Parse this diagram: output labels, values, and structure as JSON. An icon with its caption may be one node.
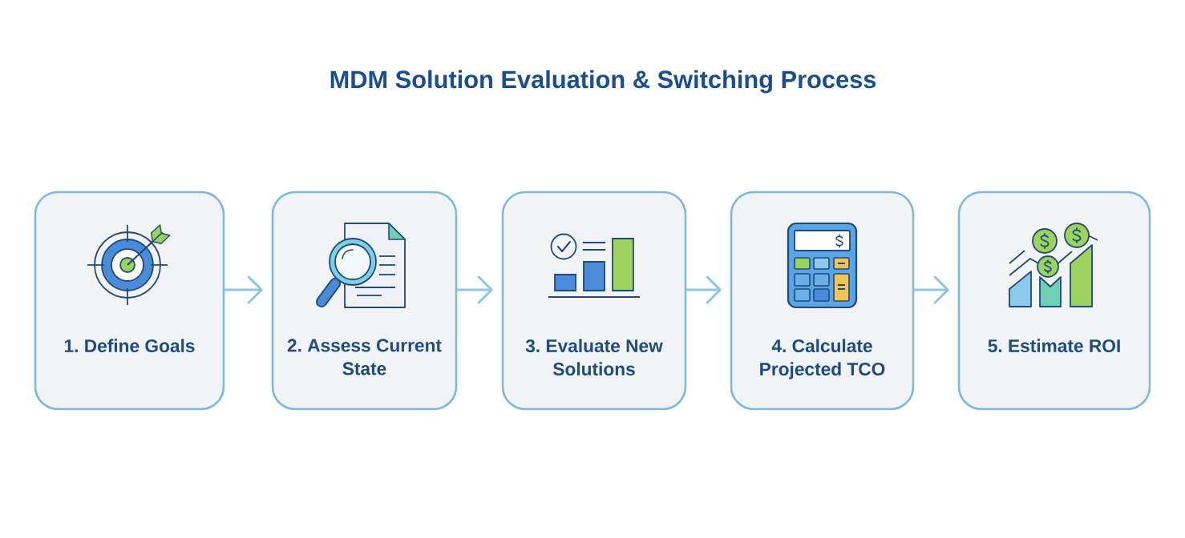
{
  "diagram": {
    "title": "MDM Solution Evaluation & Switching Process",
    "nodes": [
      {
        "text": [
          "1. Define Goals"
        ]
      },
      {
        "text": [
          "2. Assess Current State"
        ]
      },
      {
        "text": [
          "3. Evaluate New Solutions"
        ]
      },
      {
        "text": [
          "4. Calculate Projected TCO"
        ]
      },
      {
        "text": [
          "5. Estimate ROI"
        ]
      }
    ],
    "edges": [
      {
        "from": 0,
        "to": 1,
        "arrow": "to"
      },
      {
        "from": 1,
        "to": 2,
        "arrow": "to"
      },
      {
        "from": 2,
        "to": 3,
        "arrow": "to"
      },
      {
        "from": 3,
        "to": 4,
        "arrow": "to"
      }
    ]
  }
}
